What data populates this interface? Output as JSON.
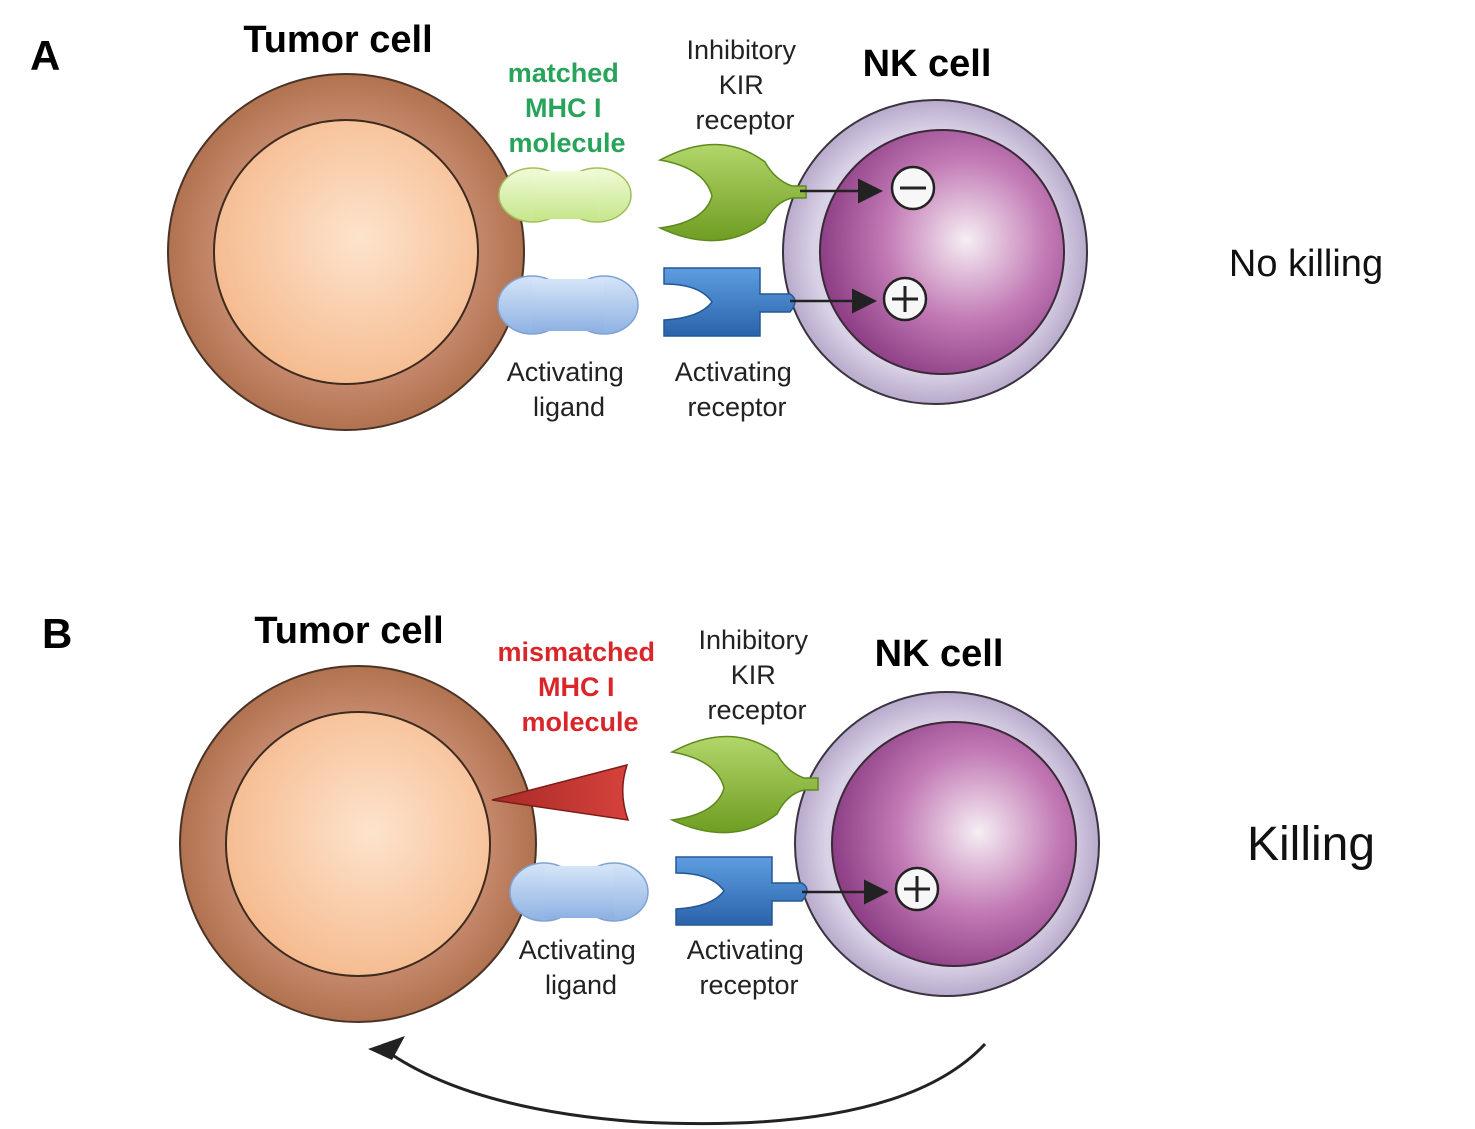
{
  "panels": [
    {
      "letter": "A",
      "tumor_title": "Tumor cell",
      "nk_title": "NK cell",
      "mhc_label": [
        "matched",
        "MHC I",
        "molecule"
      ],
      "inhibitory_label": [
        "Inhibitory",
        "KIR",
        "receptor"
      ],
      "ligand_label": [
        "Activating",
        "ligand"
      ],
      "activating_receptor_label": [
        "Activating",
        "receptor"
      ],
      "outcome": "No killing",
      "signals": [
        "−",
        "+"
      ]
    },
    {
      "letter": "B",
      "tumor_title": "Tumor cell",
      "nk_title": "NK cell",
      "mhc_label": [
        "mismatched",
        "MHC I",
        "molecule"
      ],
      "inhibitory_label": [
        "Inhibitory",
        "KIR",
        "receptor"
      ],
      "ligand_label": [
        "Activating",
        "ligand"
      ],
      "activating_receptor_label": [
        "Activating",
        "receptor"
      ],
      "outcome": "Killing",
      "signals": [
        "+"
      ]
    }
  ],
  "colors": {
    "tumor_outer": "#c9916b",
    "tumor_inner": "#f8c59c",
    "nk_outer": "#cfc5dd",
    "nk_inner": "#b0509e",
    "matched_mhc": "#d8f0a8",
    "mismatched_mhc": "#c8312f",
    "inhibitory_receptor": "#8dbb3a",
    "activating_ligand": "#a9c6ee",
    "activating_receptor": "#3b7fc8",
    "matched_text": "#27a35a",
    "mismatched_text": "#d9262b"
  }
}
